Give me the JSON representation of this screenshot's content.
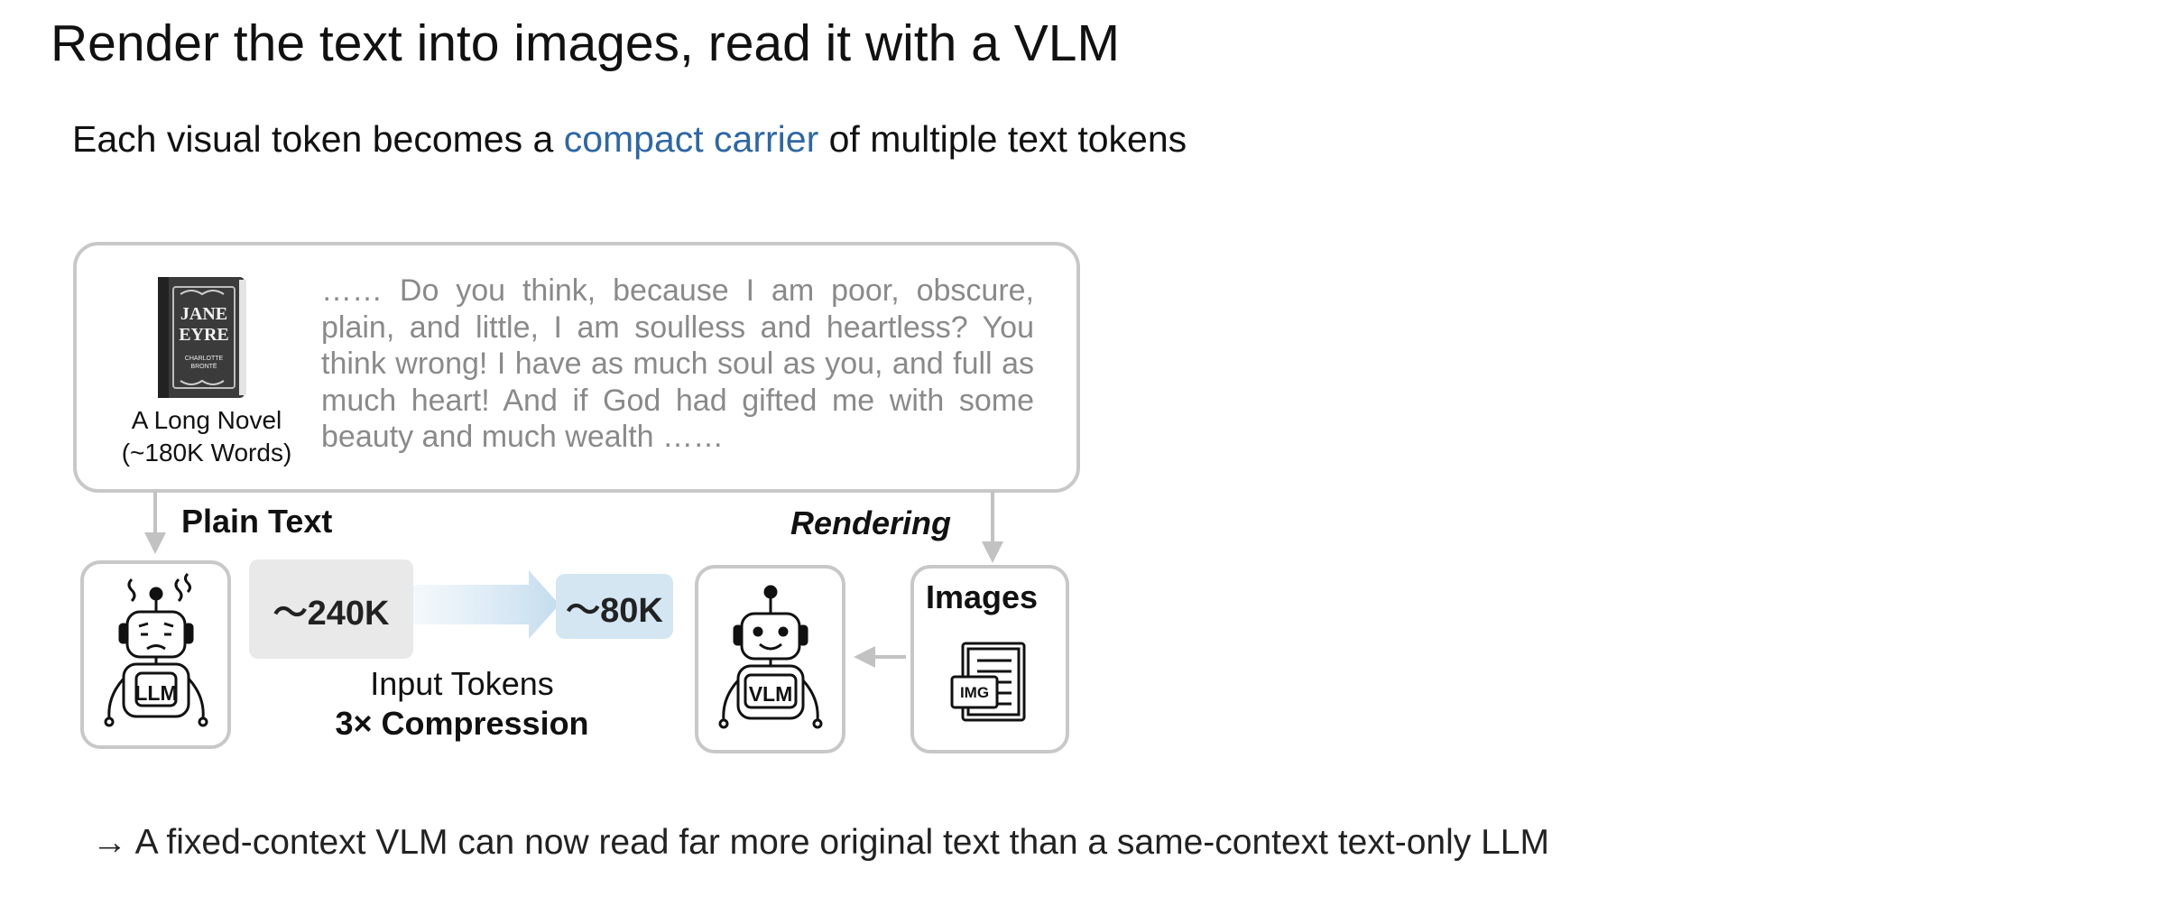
{
  "title": "Render the text into images, read it with a VLM",
  "subtitle": {
    "before": "Each visual token becomes a ",
    "highlight": "compact carrier",
    "after": " of multiple text tokens",
    "highlight_color": "#2d67a6"
  },
  "book": {
    "cover_title_line1": "JANE",
    "cover_title_line2": "EYRE",
    "cover_author_line1": "CHARLOTTE",
    "cover_author_line2": "BRONTË",
    "label_line1": "A Long Novel",
    "label_line2": "(~180K Words)"
  },
  "passage": "…… Do you think, because I am poor, obscure, plain, and little, I am soulless and heartless? You think wrong! I have as much soul as you, and full as much heart! And if God had gifted me with some beauty and much wealth ……",
  "labels": {
    "plain_text": "Plain Text",
    "rendering": "Rendering",
    "images": "Images",
    "input_tokens": "Input Tokens",
    "compression": "3× Compression"
  },
  "tokens": {
    "text_tokens": "～240K",
    "vision_tokens": "～80K"
  },
  "icons": {
    "llm_robot": "robot-icon",
    "llm_badge": "LLM",
    "vlm_robot": "robot-icon",
    "vlm_badge": "VLM",
    "image_doc": "image-document-icon",
    "image_doc_badge": "IMG",
    "book": "book-icon"
  },
  "colors": {
    "box_border": "#c8c8c8",
    "arrow": "#c2c2c2",
    "text_token_fill": "#e9e9e9",
    "vision_token_fill": "#d3e6f2",
    "passage_text": "#8a8a8a",
    "accent": "#2d67a6"
  },
  "conclusion": "→ A fixed-context VLM can now read far more original text than a same-context text-only LLM"
}
